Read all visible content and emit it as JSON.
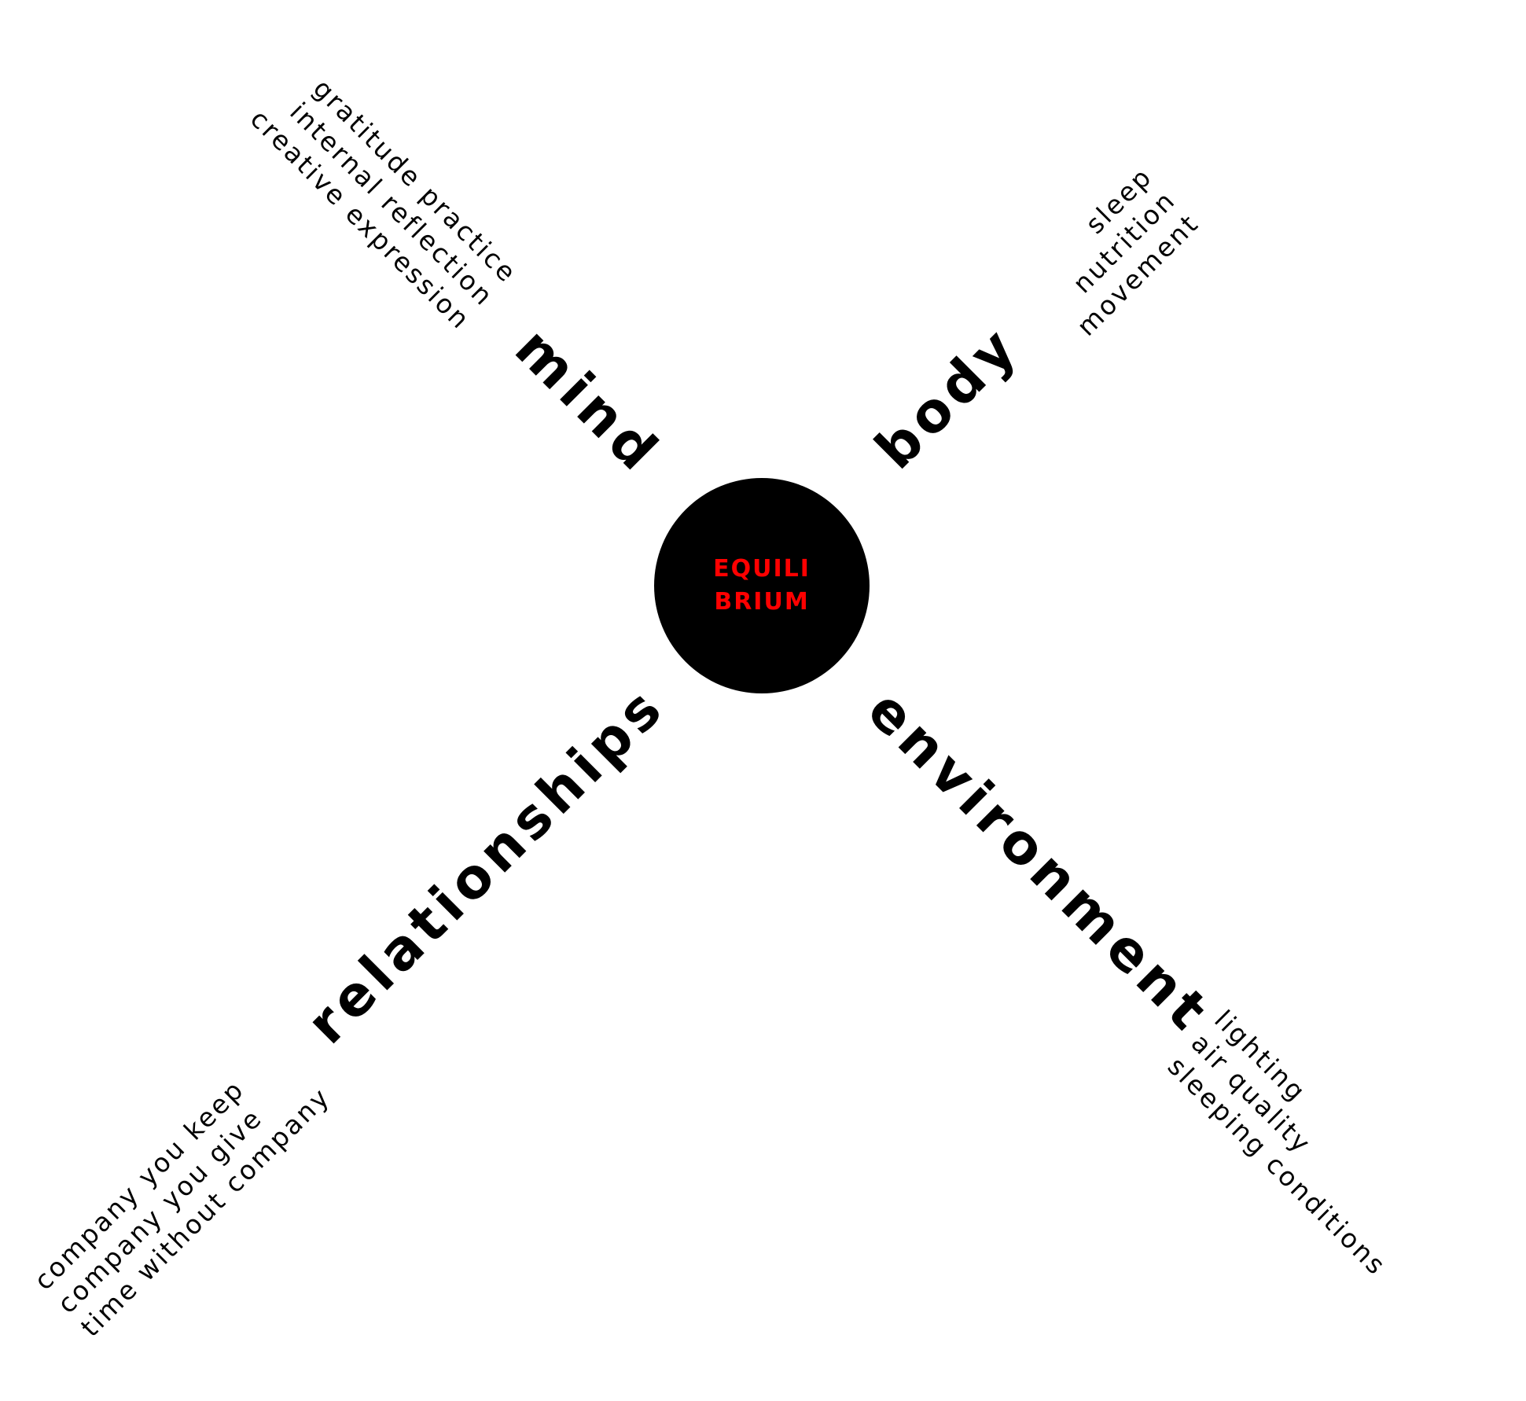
{
  "center": {
    "line1": "EQUILI",
    "line2": "BRIUM",
    "text_color": "#ff0000",
    "fill_color": "#000000"
  },
  "mind": {
    "label": "mind",
    "items": [
      "gratitude practice",
      "internal reflection",
      "creative expression"
    ]
  },
  "body": {
    "label": "body",
    "items": [
      "sleep",
      "nutrition",
      "movement"
    ]
  },
  "relationships": {
    "label": "relationships",
    "items": [
      "company you keep",
      "company you give",
      "time without company"
    ]
  },
  "environment": {
    "label": "environment",
    "items": [
      "lighting",
      "air quality",
      "sleeping conditions"
    ]
  }
}
